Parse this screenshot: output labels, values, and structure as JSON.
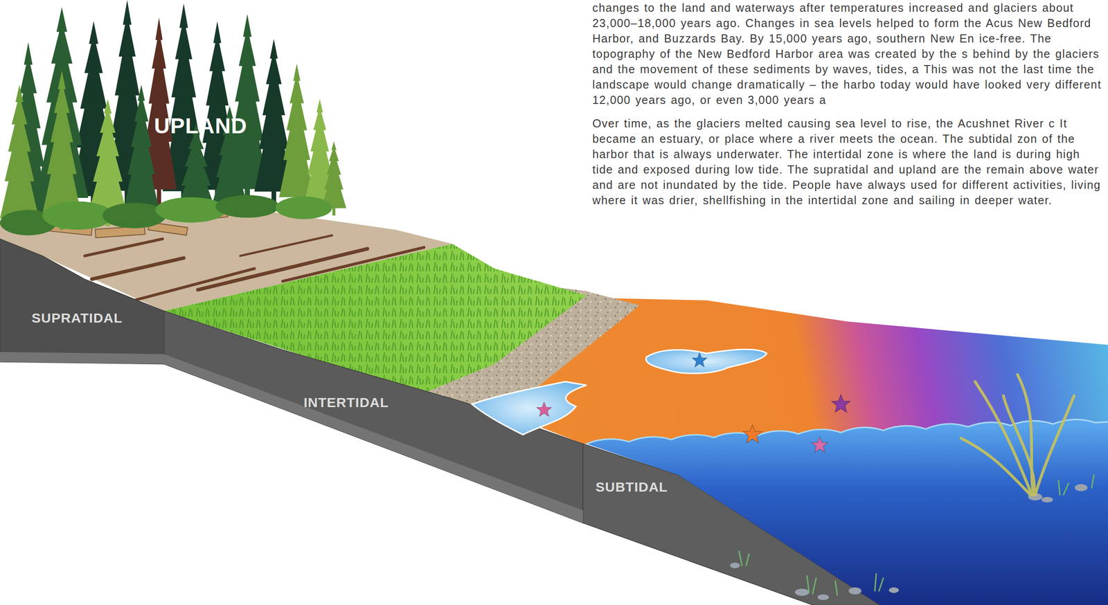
{
  "diagram": {
    "labels": [
      "changes to the land and waterways after temperatures increased and glaciers about 23,000–18,000 years ago. Changes in sea levels helped to form the Acus New Bedford Harbor, and Buzzards Bay. By 15,000 years ago, southern New En ice-free. The topography of the New Bedford Harbor area was created by the s behind by the glaciers and the movement of these sediments by waves, tides, a This was not the last time the landscape would change dramatically – the harbo today would have looked very different 12,000 years ago, or even 3,000 years a",
      "Over time, as the glaciers melted causing sea level to rise, the Acushnet River c It became an estuary, or place where a river meets the ocean. The subtidal zon of the harbor that is always underwater. The intertidal zone is where the land is during high tide and exposed during low tide. The supratidal and upland are the remain above water and are not inundated by the tide. People have always used for different activities, living where it was drier, shellfishing in the intertidal zone and sailing in deeper water.",
      "UPLAND",
      "SUPRATIDAL",
      "INTERTIDAL",
      "SUBTIDAL"
    ]
  }
}
